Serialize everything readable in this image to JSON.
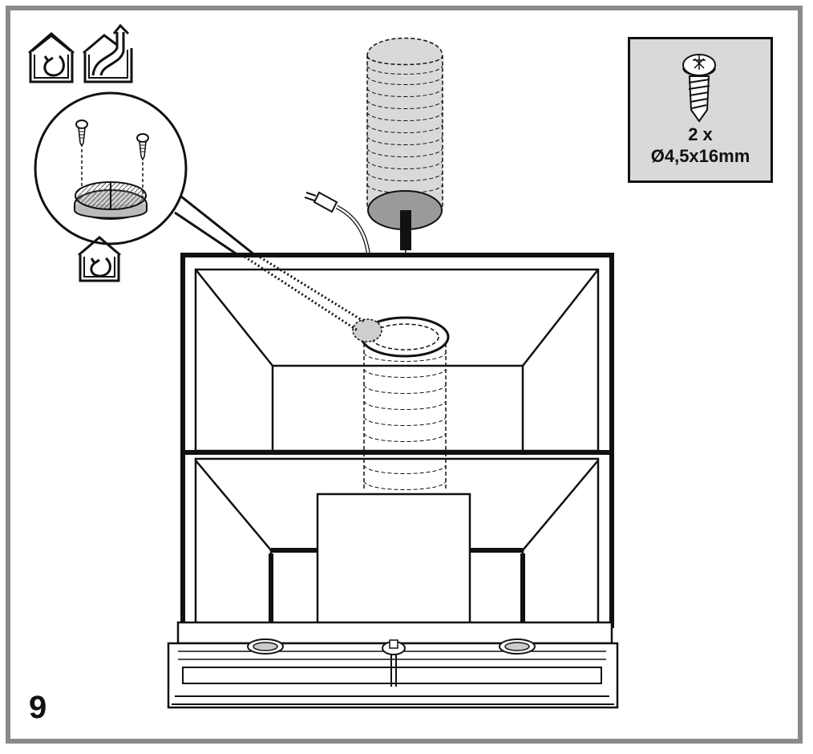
{
  "figure": {
    "step_number": "9",
    "screw_spec": {
      "quantity": "2 x",
      "size": "Ø4,5x16mm"
    },
    "icons": [
      "recirculation-mode-icon",
      "extraction-mode-icon",
      "recirculation-mode-icon"
    ],
    "colors": {
      "frame": "#8a8a8a",
      "line": "#111111",
      "duct_fill": "#d9d9d9",
      "duct_opening": "#9a9a9a"
    }
  }
}
